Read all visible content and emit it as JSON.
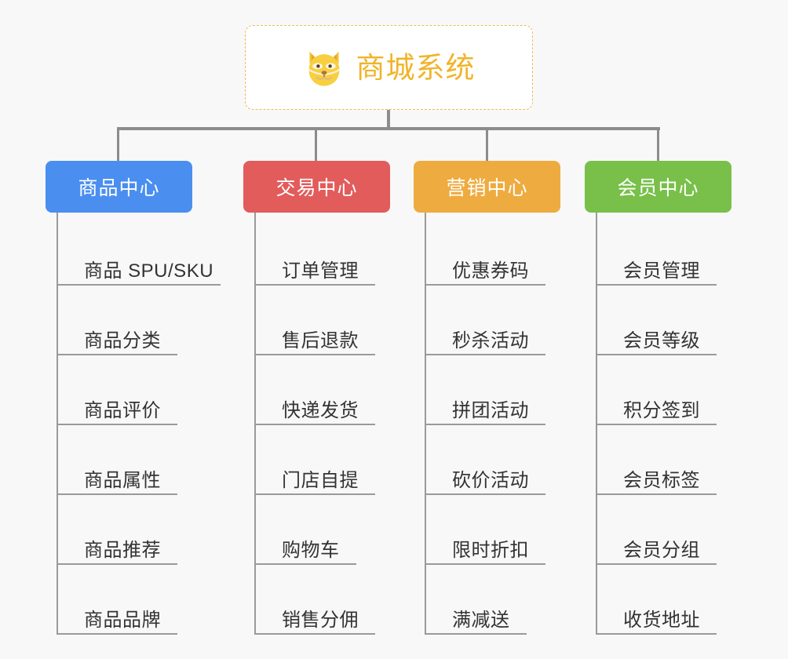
{
  "background_color": "#f8f8f8",
  "root": {
    "title": "商城系统",
    "icon": "shiba-dog-icon",
    "text_color": "#f0b429",
    "border_color": "#f0b95a",
    "fill_color": "#ffffff"
  },
  "connector_color": "#8c8c8c",
  "columns": [
    {
      "title": "商品中心",
      "color": "#4a8ef0",
      "items": [
        "商品 SPU/SKU",
        "商品分类",
        "商品评价",
        "商品属性",
        "商品推荐",
        "商品品牌"
      ]
    },
    {
      "title": "交易中心",
      "color": "#e25c5c",
      "items": [
        "订单管理",
        "售后退款",
        "快递发货",
        "门店自提",
        "购物车",
        "销售分佣"
      ]
    },
    {
      "title": "营销中心",
      "color": "#eeab3f",
      "items": [
        "优惠券码",
        "秒杀活动",
        "拼团活动",
        "砍价活动",
        "限时折扣",
        "满减送"
      ]
    },
    {
      "title": "会员中心",
      "color": "#78c04a",
      "items": [
        "会员管理",
        "会员等级",
        "积分签到",
        "会员标签",
        "会员分组",
        "收货地址"
      ]
    }
  ]
}
